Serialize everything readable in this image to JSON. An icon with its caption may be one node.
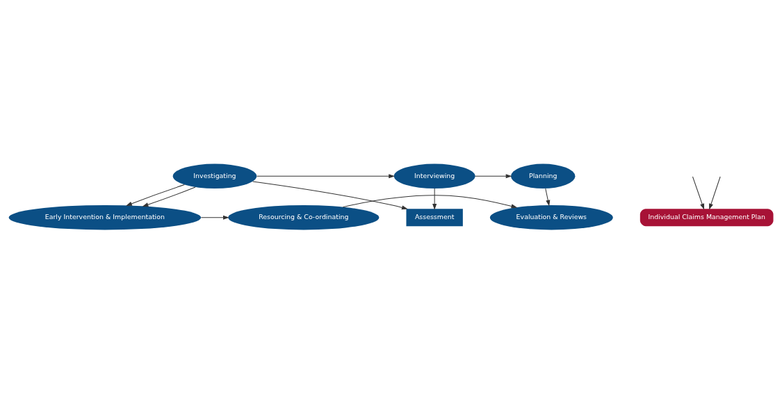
{
  "diagram": {
    "nodes": [
      {
        "text": [
          "Investigating"
        ]
      },
      {
        "text": [
          "Interviewing"
        ]
      },
      {
        "text": [
          "Planning"
        ]
      },
      {
        "text": [
          "Assessment"
        ]
      },
      {
        "text": [
          "Early Intervention & Implementation"
        ]
      },
      {
        "text": [
          "Resourcing & Co-ordinating"
        ]
      },
      {
        "text": [
          "Evaluation & Reviews"
        ]
      },
      {
        "text": [
          "Individual Claims Management Plan"
        ]
      }
    ],
    "edges": [
      {
        "from": 0,
        "to": 1,
        "arrow": "to"
      },
      {
        "from": 1,
        "to": 2,
        "arrow": "to"
      },
      {
        "from": 0,
        "to": 4,
        "arrow": "to"
      },
      {
        "from": 0,
        "to": 3,
        "arrow": "to"
      },
      {
        "from": 0,
        "to": 4,
        "arrow": "to"
      },
      {
        "from": 1,
        "to": 3,
        "arrow": "to"
      },
      {
        "from": 2,
        "to": 6,
        "arrow": "to"
      },
      {
        "from": 4,
        "to": 5,
        "arrow": "to"
      },
      {
        "from": 5,
        "to": 6,
        "arrow": "to"
      },
      {
        "from": null,
        "to": 7,
        "arrow": "to"
      },
      {
        "from": null,
        "to": 7,
        "arrow": "to"
      }
    ]
  }
}
